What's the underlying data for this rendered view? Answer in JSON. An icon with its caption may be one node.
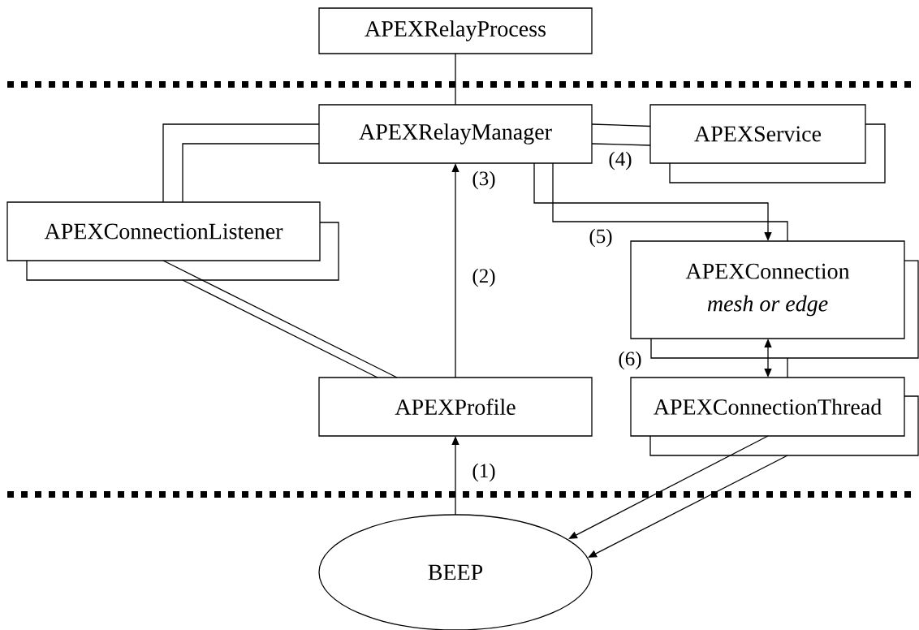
{
  "diagram": {
    "nodes": [
      {
        "text": [
          "APEXRelayProcess"
        ]
      },
      {
        "text": [
          "APEXRelayManager"
        ]
      },
      {
        "text": [
          "APEXService"
        ]
      },
      {
        "text": [
          "APEXConnectionListener"
        ]
      },
      {
        "text": [
          "APEXConnection",
          "mesh or edge"
        ]
      },
      {
        "text": [
          "APEXProfile"
        ]
      },
      {
        "text": [
          "APEXConnectionThread"
        ]
      },
      {
        "text": [
          "BEEP"
        ]
      }
    ],
    "edges": [
      {
        "from": 0,
        "to": 1,
        "arrow": "none"
      },
      {
        "from": 1,
        "to": 3,
        "arrow": "none"
      },
      {
        "from": 1,
        "to": 3,
        "arrow": "none"
      },
      {
        "from": 1,
        "to": 2,
        "arrow": "none"
      },
      {
        "from": 1,
        "to": 2,
        "arrow": "none"
      },
      {
        "from": 1,
        "to": 4,
        "arrow": "to"
      },
      {
        "from": 1,
        "to": 4,
        "arrow": "none"
      },
      {
        "from": 4,
        "to": 6,
        "arrow": "both"
      },
      {
        "from": 4,
        "to": 6,
        "arrow": "none"
      },
      {
        "from": 5,
        "to": 1,
        "arrow": "to"
      },
      {
        "from": 3,
        "to": 5,
        "arrow": "none"
      },
      {
        "from": 3,
        "to": 5,
        "arrow": "none"
      },
      {
        "from": 7,
        "to": 5,
        "arrow": "to"
      },
      {
        "from": 6,
        "to": 7,
        "arrow": "to"
      },
      {
        "from": 6,
        "to": 7,
        "arrow": "to"
      }
    ],
    "labels": [
      "(3)",
      "(4)",
      "(5)",
      "(2)",
      "(6)",
      "(1)"
    ]
  }
}
